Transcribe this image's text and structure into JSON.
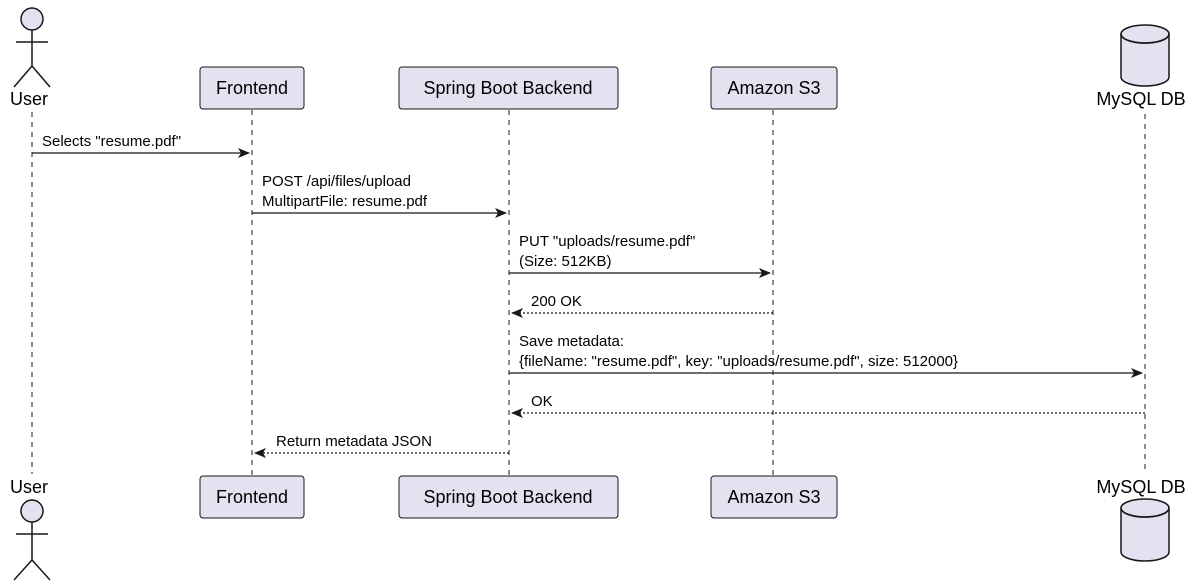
{
  "participants": {
    "user": "User",
    "frontend": "Frontend",
    "backend": "Spring Boot Backend",
    "s3": "Amazon S3",
    "db": "MySQL DB"
  },
  "messages": {
    "m1": "Selects \"resume.pdf\"",
    "m2_line1": "POST /api/files/upload",
    "m2_line2": "MultipartFile: resume.pdf",
    "m3_line1": "PUT \"uploads/resume.pdf\"",
    "m3_line2": "(Size: 512KB)",
    "m4": "200 OK",
    "m5_line1": "Save metadata:",
    "m5_line2": "{fileName: \"resume.pdf\", key: \"uploads/resume.pdf\", size: 512000}",
    "m6": "OK",
    "m7": "Return metadata JSON"
  },
  "colors": {
    "participant_fill": "#e2e2f0",
    "border": "#181818",
    "lifeline": "#181818"
  }
}
